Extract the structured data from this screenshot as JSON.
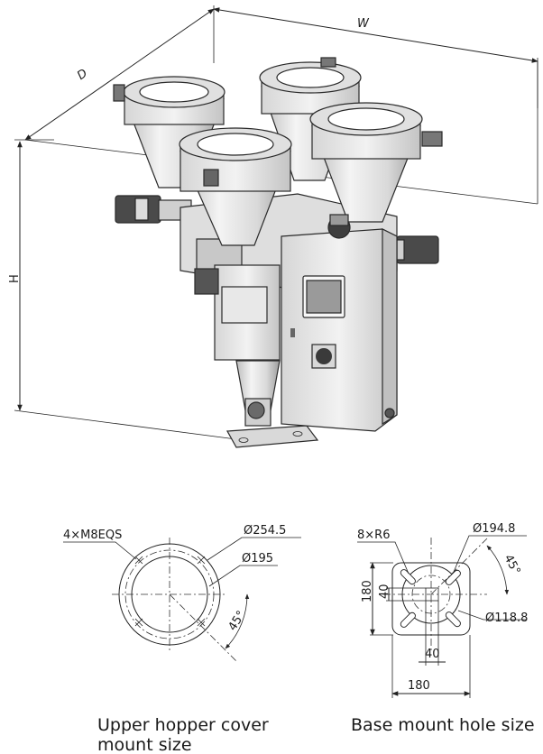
{
  "machine_dimensions": {
    "width_label": "W",
    "depth_label": "D",
    "height_label": "H"
  },
  "hopper_cover": {
    "holes_label": "4×M8EQS",
    "outer_dia": "Ø254.5",
    "inner_dia": "Ø195",
    "angle": "45°",
    "caption_line1": "Upper hopper cover",
    "caption_line2": "mount size"
  },
  "base_mount": {
    "slots_label": "8×R6",
    "outer_dia": "Ø194.8",
    "inner_dia": "Ø118.8",
    "angle": "45°",
    "height_outer": "180",
    "height_inner": "40",
    "width_inner": "40",
    "width_outer": "180",
    "caption": "Base mount hole size"
  },
  "colors": {
    "line": "#222222",
    "metal_light": "#eeeeee",
    "metal_mid": "#c8c8c8",
    "metal_dark": "#8a8a8a",
    "motor_dark": "#444444",
    "screen": "#9a9a9a"
  }
}
